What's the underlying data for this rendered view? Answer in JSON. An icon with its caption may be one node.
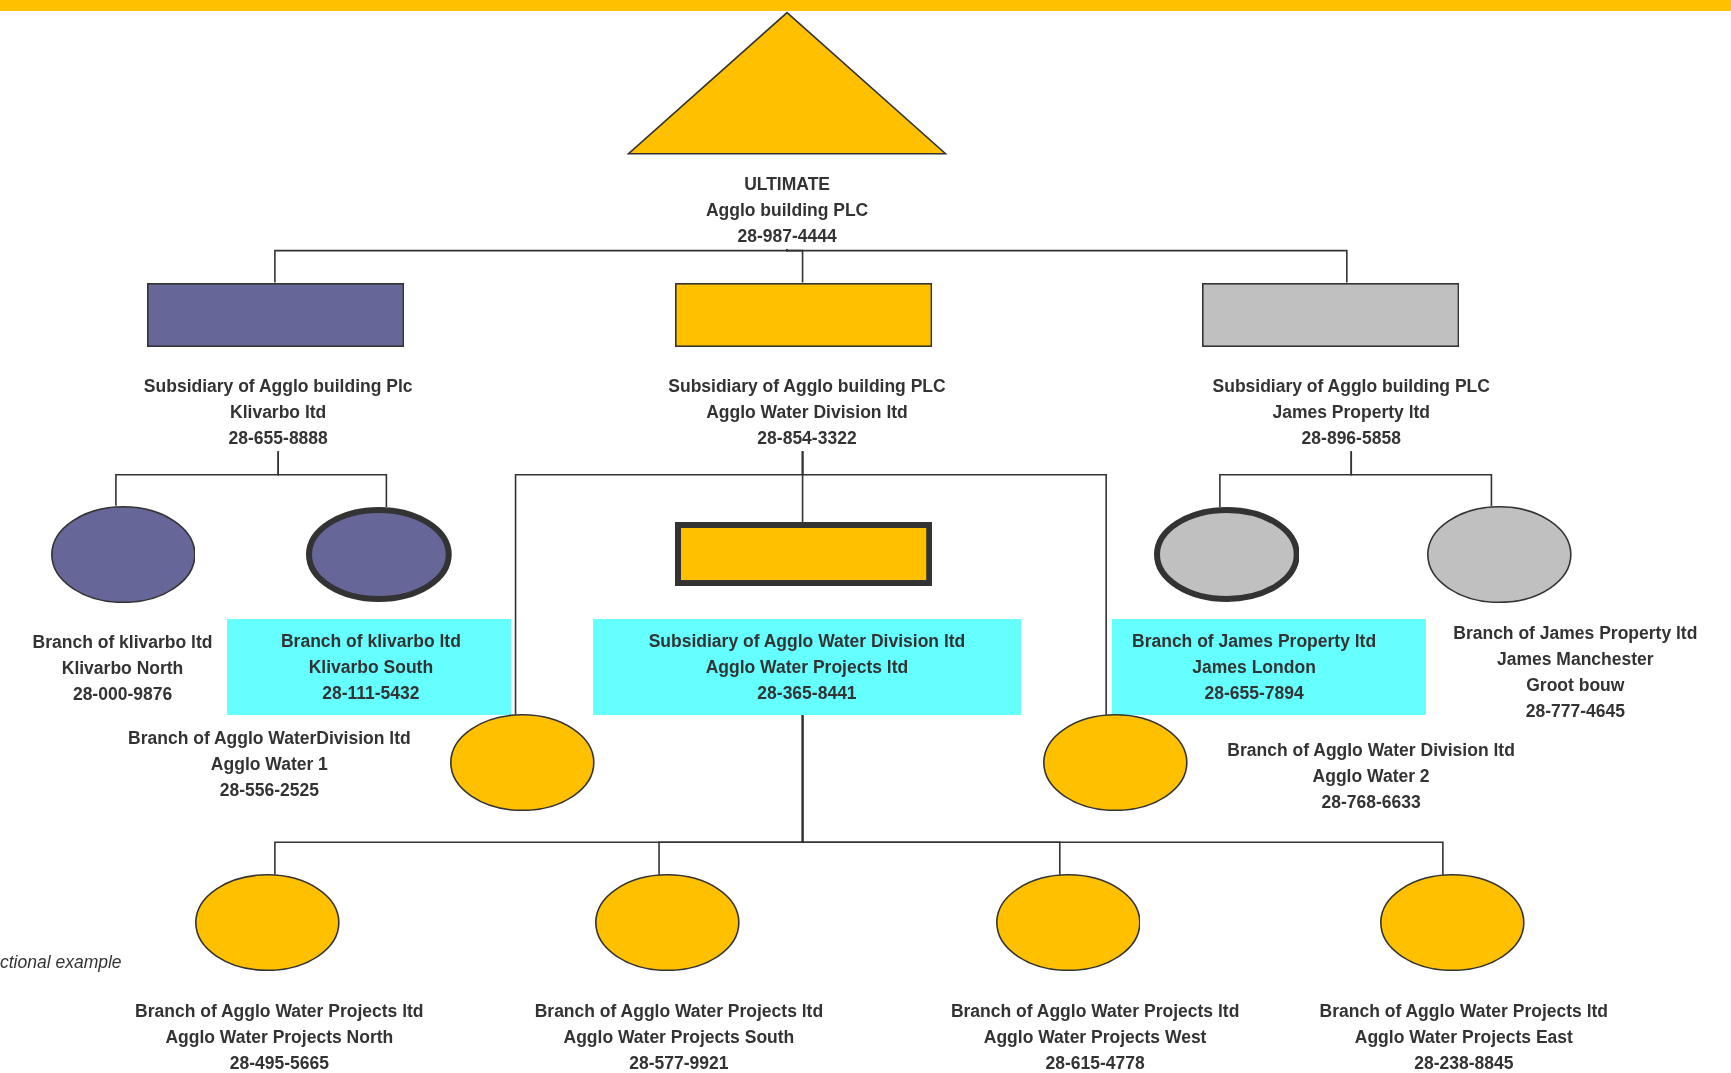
{
  "diagram": {
    "nodes": [
      {
        "text": [
          "ULTIMATE",
          "Agglo building PLC",
          "28-987-4444"
        ]
      },
      {
        "text": [
          "Subsidiary of Agglo building Plc",
          "Klivarbo ltd",
          "28-655-8888"
        ]
      },
      {
        "text": [
          "Subsidiary of Agglo building PLC",
          "Agglo Water Division ltd",
          "28-854-3322"
        ]
      },
      {
        "text": [
          "Subsidiary of Agglo building PLC",
          "James Property ltd",
          "28-896-5858"
        ]
      },
      {
        "text": [
          "Branch of klivarbo ltd",
          "Klivarbo North",
          "28-000-9876"
        ]
      },
      {
        "text": [],
        "shape": "ellipse"
      },
      {
        "text": [],
        "shape": "box"
      },
      {
        "text": [],
        "shape": "ellipse"
      },
      {
        "text": [
          "Branch of James Property ltd",
          "James Manchester",
          "Groot bouw",
          "28-777-4645"
        ]
      },
      {
        "text": [
          "Branch of klivarbo ltd",
          "Klivarbo South",
          "28-111-5432"
        ]
      },
      {
        "text": [
          "Subsidiary of Agglo Water Division ltd",
          "Agglo Water Projects ltd",
          "28-365-8441"
        ]
      },
      {
        "text": [
          "Branch of James Property ltd",
          "James London",
          "28-655-7894"
        ]
      },
      {
        "text": [
          "Branch of Agglo WaterDivision ltd",
          "Agglo Water 1",
          "28-556-2525"
        ]
      },
      {
        "text": [
          "Branch of Agglo Water Division ltd",
          "Agglo Water 2",
          "28-768-6633"
        ]
      },
      {
        "text": [
          "Branch of Agglo Water Projects ltd",
          "Agglo Water Projects North",
          "28-495-5665"
        ]
      },
      {
        "text": [
          "Branch of Agglo Water Projects ltd",
          "Agglo Water Projects South",
          "28-577-9921"
        ]
      },
      {
        "text": [
          "Branch of Agglo Water Projects ltd",
          "Agglo Water Projects West",
          "28-615-4778"
        ]
      },
      {
        "text": [
          "Branch of Agglo Water Projects ltd",
          "Agglo Water Projects East",
          "28-238-8845"
        ]
      }
    ],
    "edges": [
      {
        "from": 0,
        "to": 1,
        "arrow": "none"
      },
      {
        "from": 0,
        "to": 2,
        "arrow": "none"
      },
      {
        "from": 0,
        "to": 3,
        "arrow": "none"
      },
      {
        "from": 1,
        "to": 4,
        "arrow": "none"
      },
      {
        "from": 1,
        "to": 5,
        "arrow": "none"
      },
      {
        "from": 2,
        "to": 6,
        "arrow": "none"
      },
      {
        "from": 2,
        "to": 12,
        "arrow": "none"
      },
      {
        "from": 2,
        "to": 13,
        "arrow": "none"
      },
      {
        "from": 3,
        "to": 7,
        "arrow": "none"
      },
      {
        "from": 3,
        "to": 8,
        "arrow": "none"
      },
      {
        "from": 10,
        "to": 14,
        "arrow": "none"
      },
      {
        "from": 10,
        "to": 15,
        "arrow": "none"
      },
      {
        "from": 10,
        "to": 16,
        "arrow": "none"
      },
      {
        "from": 10,
        "to": 17,
        "arrow": "none"
      }
    ],
    "labels": [
      "ctional example"
    ]
  }
}
